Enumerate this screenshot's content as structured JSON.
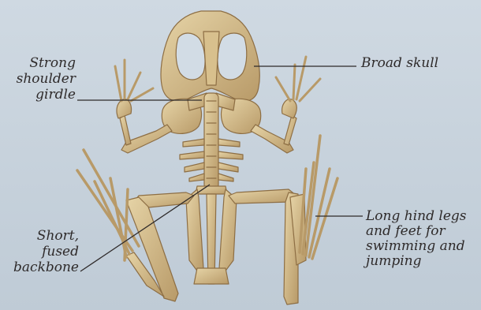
{
  "diagram": {
    "labels": {
      "strong_shoulder_girdle": "Strong\nshoulder\ngirdle",
      "broad_skull": "Broad skull",
      "short_fused_backbone": "Short,\nfused\nbackbone",
      "long_hind_legs": "Long hind legs\nand feet for\nswimming and\njumping"
    }
  }
}
